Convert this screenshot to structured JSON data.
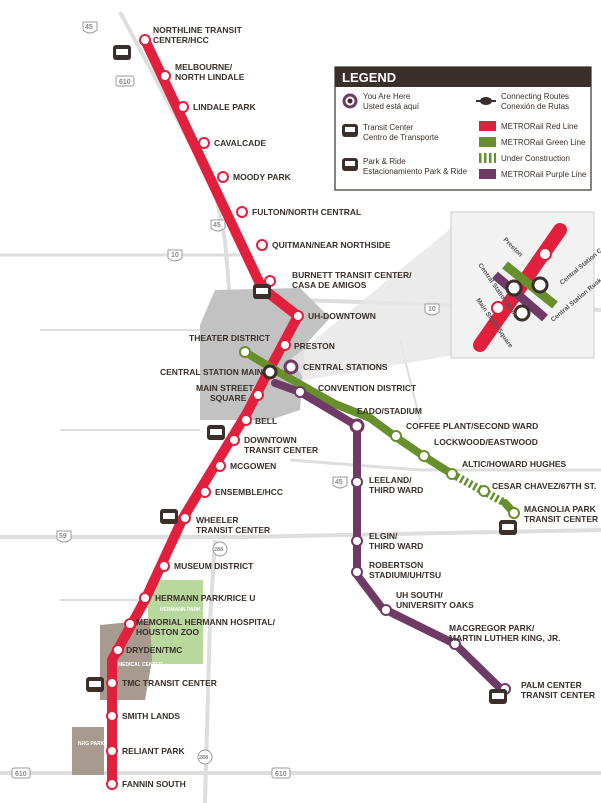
{
  "colors": {
    "red_line": "#e0203c",
    "green_line": "#67902c",
    "purple_line": "#6f3b66",
    "road": "#d9d9d9",
    "highway": "#cccccc",
    "downtown": "#bdbdbd",
    "medical": "#a79b90",
    "park": "#b9d89d",
    "legend_header": "#3a2f2a"
  },
  "legend": {
    "title": "LEGEND",
    "you_are_here": "You Are Here",
    "you_are_here_es": "Usted está aquí",
    "transit_center": "Transit Center",
    "transit_center_es": "Centro de Transporte",
    "park_ride": "Park & Ride",
    "park_ride_es": "Estacionamiento Park & Ride",
    "connecting_routes": "Connecting Routes",
    "connecting_routes_es": "Conexión de Rutas",
    "red_line": "METRORail Red Line",
    "green_line": "METRORail Green Line",
    "under_construction": "Under Construction",
    "purple_line": "METRORail Purple Line"
  },
  "inset": {
    "preston": "Preston",
    "central_station_main": "Central Station Main",
    "central_station_capitol": "Central Station Capitol",
    "main_street_square": "Main Street Square",
    "central_station_rusk": "Central Station Rusk"
  },
  "areas": {
    "hermann_park": "HERMANN PARK",
    "medical_center": "MEDICAL CENTER",
    "nrg_park": "NRG PARK"
  },
  "roads": {
    "i45_north": "45",
    "r610_north": "610",
    "i45_mid": "45",
    "r10_west": "10",
    "r10_east": "10",
    "i45_south": "45",
    "us59": "59",
    "r288_north": "288",
    "r288_south": "288",
    "r610_south_west": "610",
    "r610_south_east": "610"
  },
  "stations": {
    "red": {
      "northline": "NORTHLINE TRANSIT",
      "northline_2": "CENTER/HCC",
      "melbourne": "MELBOURNE/",
      "melbourne_2": "NORTH LINDALE",
      "lindale": "LINDALE PARK",
      "cavalcade": "CAVALCADE",
      "moody": "MOODY PARK",
      "fulton": "FULTON/NORTH CENTRAL",
      "quitman": "QUITMAN/NEAR NORTHSIDE",
      "burnett": "BURNETT TRANSIT CENTER/",
      "burnett_2": "CASA DE AMIGOS",
      "uh_downtown": "UH-DOWNTOWN",
      "preston": "PRESTON",
      "central_main": "CENTRAL STATION MAIN",
      "main_square": "MAIN STREET",
      "main_square_2": "SQUARE",
      "bell": "BELL",
      "downtown_tc": "DOWNTOWN",
      "downtown_tc_2": "TRANSIT CENTER",
      "mcgowen": "MCGOWEN",
      "ensemble": "ENSEMBLE/HCC",
      "wheeler": "WHEELER",
      "wheeler_2": "TRANSIT CENTER",
      "museum": "MUSEUM DISTRICT",
      "hermann": "HERMANN PARK/RICE U",
      "memorial": "MEMORIAL HERMANN HOSPITAL/",
      "memorial_2": "HOUSTON ZOO",
      "dryden": "DRYDEN/TMC",
      "tmc": "TMC TRANSIT CENTER",
      "smith": "SMITH LANDS",
      "reliant": "RELIANT PARK",
      "fannin": "FANNIN SOUTH"
    },
    "green": {
      "theater": "THEATER DISTRICT",
      "central_stations": "CENTRAL STATIONS",
      "convention": "CONVENTION DISTRICT",
      "eado": "EADO/STADIUM",
      "coffee": "COFFEE PLANT/SECOND WARD",
      "lockwood": "LOCKWOOD/EASTWOOD",
      "altic": "ALTIC/HOWARD HUGHES",
      "cesar": "CESAR CHAVEZ/67TH ST.",
      "magnolia": "MAGNOLIA PARK",
      "magnolia_2": "TRANSIT CENTER"
    },
    "purple": {
      "leeland": "LEELAND/",
      "leeland_2": "THIRD WARD",
      "elgin": "ELGIN/",
      "elgin_2": "THIRD WARD",
      "robertson": "ROBERTSON",
      "robertson_2": "STADIUM/UH/TSU",
      "uh_south": "UH SOUTH/",
      "uh_south_2": "UNIVERSITY OAKS",
      "macgregor": "MACGREGOR PARK/",
      "macgregor_2": "MARTIN LUTHER KING, JR.",
      "palm": "PALM CENTER",
      "palm_2": "TRANSIT CENTER"
    }
  }
}
